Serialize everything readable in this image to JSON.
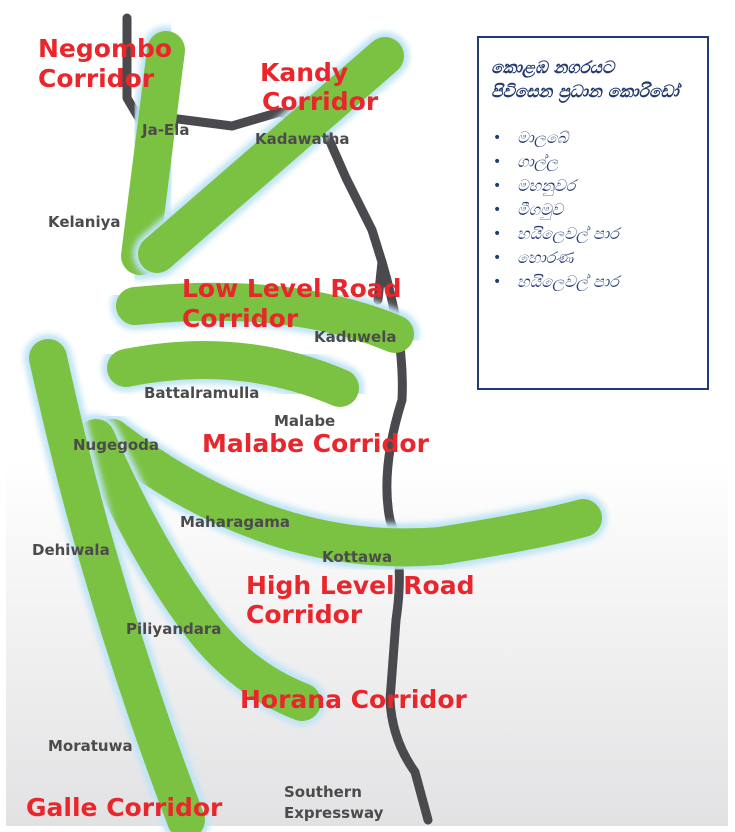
{
  "colors": {
    "corridor_fill": "#7cc242",
    "corridor_glow": "#bfe4f5",
    "road": "#4a4a4e",
    "corridor_text": "#e8262c",
    "place_text": "#4b4b4b",
    "legend_text": "#233a73",
    "background_top": "#ffffff",
    "background_bottom": "#e2e2e4"
  },
  "corridors": [
    {
      "key": "negombo",
      "line1": "Negombo",
      "line2": "Corridor"
    },
    {
      "key": "kandy",
      "line1": "Kandy",
      "line2": "Corridor"
    },
    {
      "key": "low_level",
      "line1": "Low Level Road",
      "line2": "Corridor"
    },
    {
      "key": "malabe",
      "line1": "Malabe Corridor"
    },
    {
      "key": "high_level",
      "line1": "High Level Road",
      "line2": "Corridor"
    },
    {
      "key": "horana",
      "line1": "Horana Corridor"
    },
    {
      "key": "galle",
      "line1": "Galle Corridor"
    }
  ],
  "places": [
    "Ja-Ela",
    "Kadawatha",
    "Kelaniya",
    "Kaduwela",
    "Battalramulla",
    "Malabe",
    "Nugegoda",
    "Maharagama",
    "Dehiwala",
    "Kottawa",
    "Piliyandara",
    "Moratuwa",
    "Southern",
    "Expressway"
  ],
  "legend": {
    "title_lines": [
      "කොළඹ නගරයට",
      "පිවිසෙන ප්‍රධාන කොරිඩෝ"
    ],
    "items": [
      "මාලබේ",
      "ගාල්ල",
      "මහනුවර",
      "මීගමුව",
      "හයිලෙවල් පාර",
      "හොරණ",
      "හයිලෙවල් පාර"
    ]
  }
}
